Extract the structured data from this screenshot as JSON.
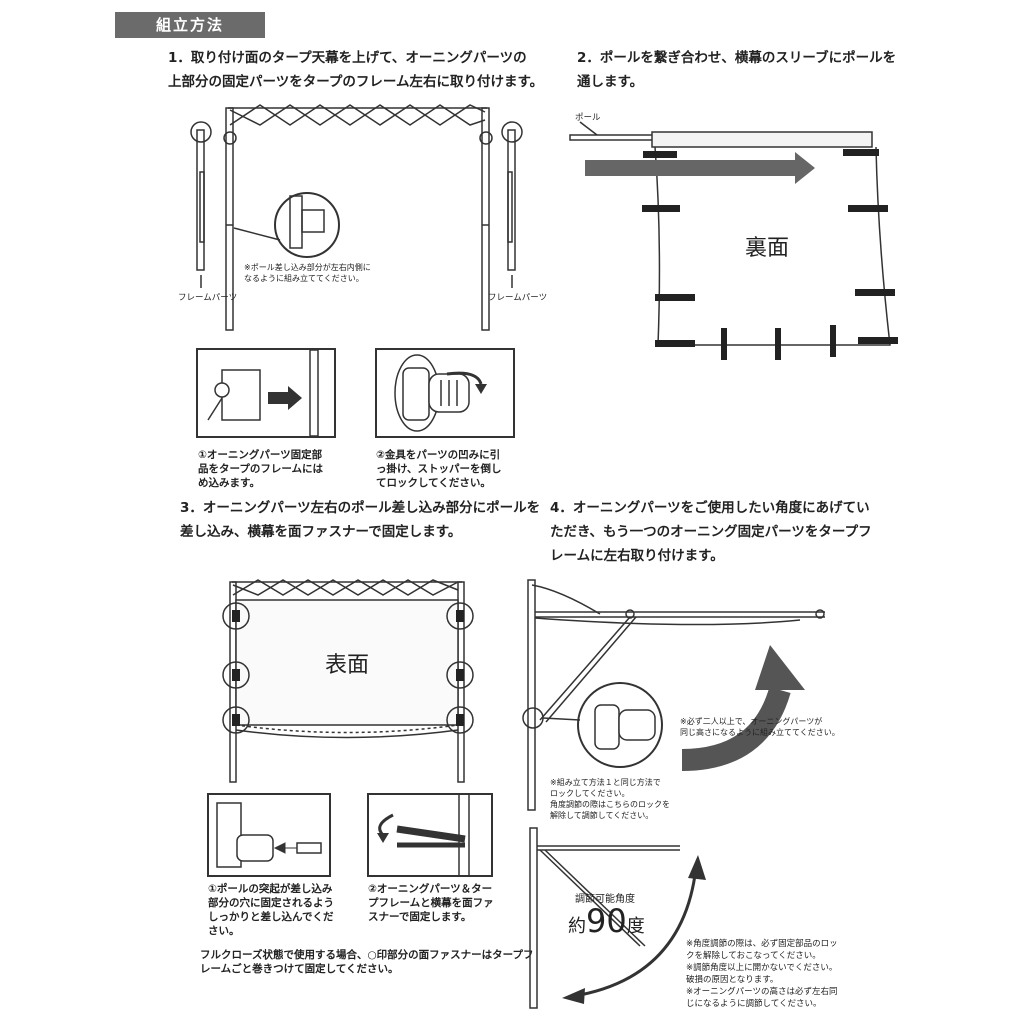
{
  "header": {
    "title": "組立方法"
  },
  "step1": {
    "lines": [
      "1．取り付け面のタープ天幕を上げて、オーニングパーツの",
      "上部分の固定パーツをタープのフレーム左右に取り付けます。"
    ],
    "note": [
      "※ポール差し込み部分が左右内側に",
      "なるように組み立ててください。"
    ],
    "frame_label_left": "フレームパーツ",
    "frame_label_right": "フレームパーツ",
    "cap1": [
      "①オーニングパーツ固定部",
      "品をタープのフレームには",
      "め込みます。"
    ],
    "cap2": [
      "②金具をパーツの凹みに引",
      "っ掛け、ストッパーを倒し",
      "てロックしてください。"
    ]
  },
  "step2": {
    "lines": [
      "2．ポールを繋ぎ合わせ、横幕のスリーブにポールを",
      "通します。"
    ],
    "pole_label": "ポール",
    "panel_label": "裏面"
  },
  "step3": {
    "lines": [
      "3．オーニングパーツ左右のポール差し込み部分にポールを",
      "差し込み、横幕を面ファスナーで固定します。"
    ],
    "panel_label": "表面",
    "cap1": [
      "①ポールの突起が差し込み",
      "部分の穴に固定されるよう",
      "しっかりと差し込んでくだ",
      "さい。"
    ],
    "cap2": [
      "②オーニングパーツ＆ター",
      "プフレームと横幕を面ファ",
      "スナーで固定します。"
    ],
    "footer": [
      "フルクローズ状態で使用する場合、○印部分の面ファスナーはタープフ",
      "レームごと巻きつけて固定してください。"
    ]
  },
  "step4": {
    "lines": [
      "4．オーニングパーツをご使用したい角度にあげてい",
      "ただき、もう一つのオーニング固定パーツをタープフ",
      "レームに左右取り付けます。"
    ],
    "note_two_people": [
      "※必ず二人以上で、オーニングパーツが",
      "同じ高さになるように組み立ててください。"
    ],
    "note_lock": [
      "※組み立て方法１と同じ方法で",
      "ロックしてください。",
      "角度調節の際はこちらのロックを",
      "解除して調節してください。"
    ],
    "angle_label": "調節可能角度",
    "angle_prefix": "約",
    "angle_value": "90",
    "angle_suffix": "度",
    "notes_bottom": [
      "※角度調節の際は、必ず固定部品のロッ",
      "クを解除しておこなってください。",
      "※調節角度以上に開かないでください。",
      "破損の原因となります。",
      "※オーニングパーツの高さは必ず左右同",
      "じになるように調節してください。"
    ]
  }
}
